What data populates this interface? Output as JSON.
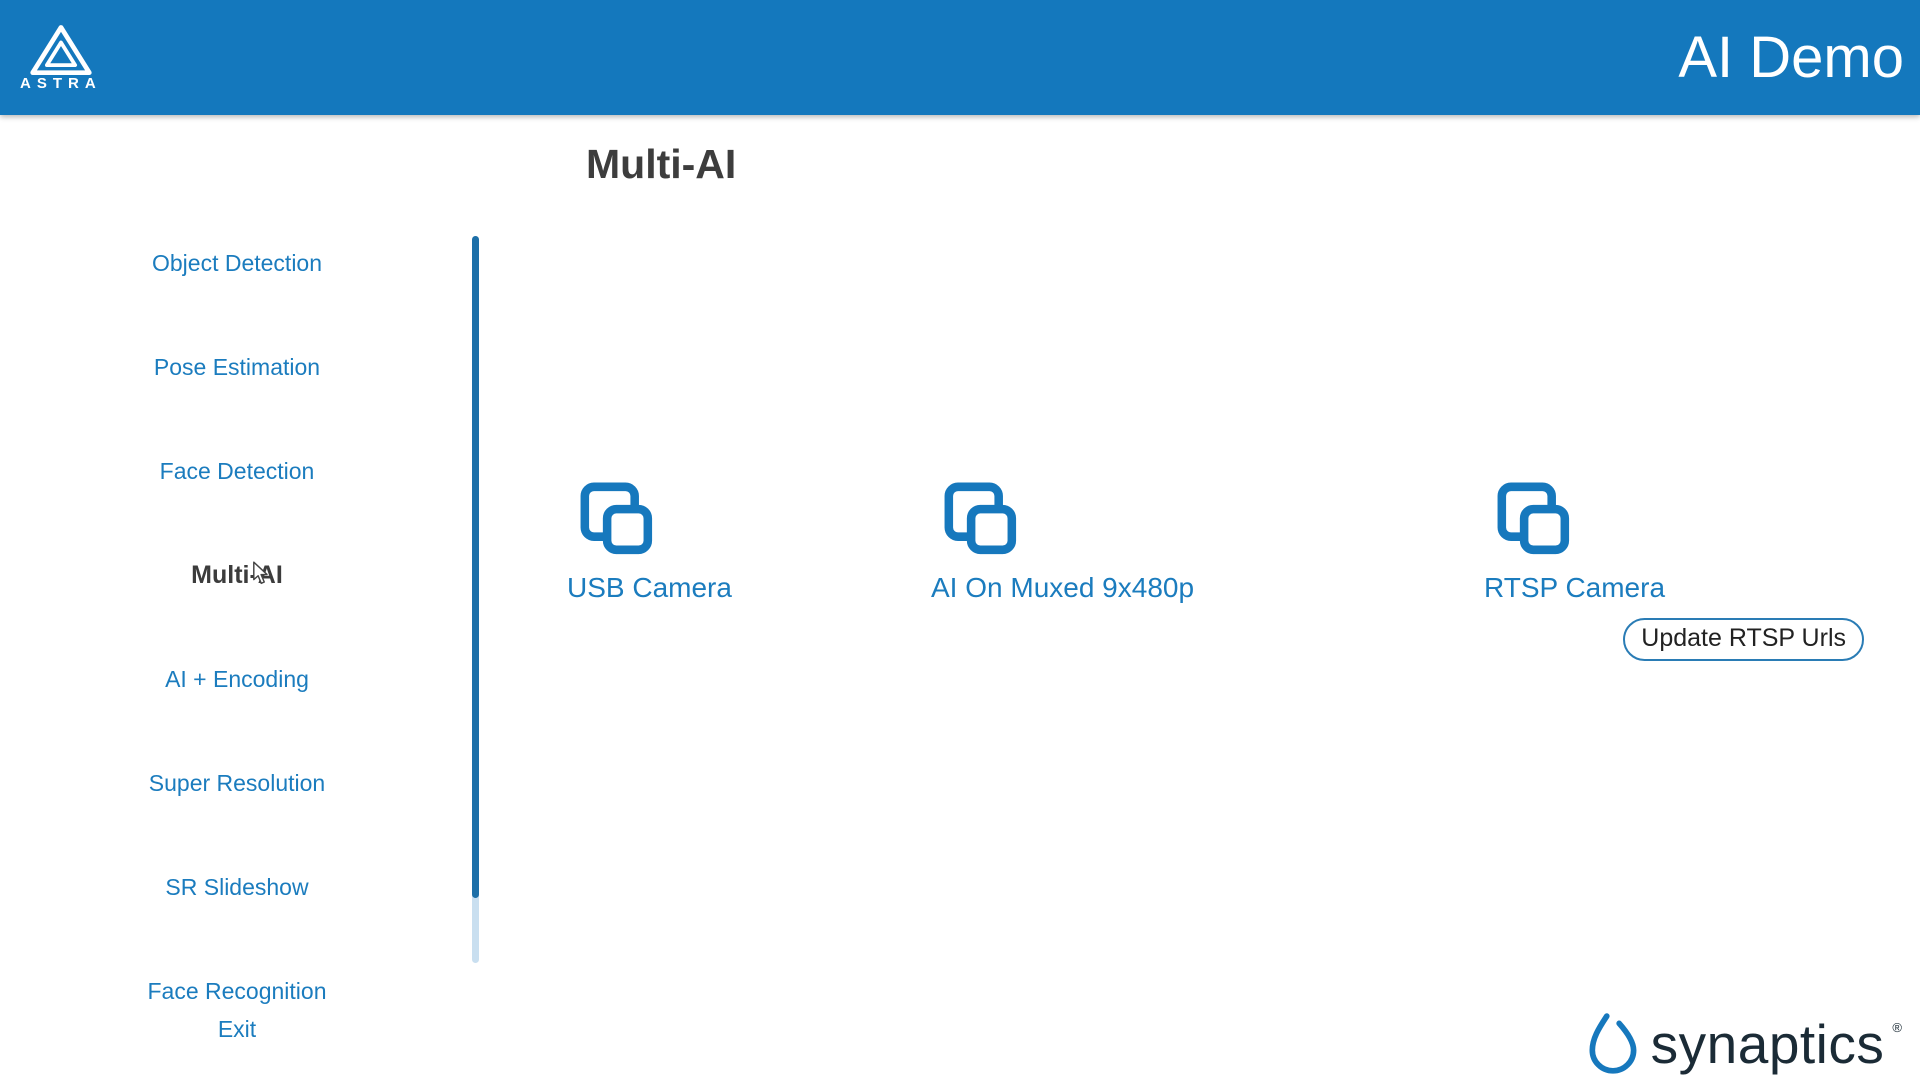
{
  "colors": {
    "header_bg": "#1478bd",
    "link": "#1b7cbe",
    "active_text": "#3c3c3c",
    "title_text": "#3d3d3d",
    "icon_stroke": "#1678bd",
    "scroll_thumb": "#1d6fa8",
    "scroll_track": "#c9dff0",
    "button_border": "#2a7cb5",
    "button_text": "#222222",
    "brand_text": "#1b2b36"
  },
  "header": {
    "app_title": "AI Demo",
    "logo_text": "ASTRA"
  },
  "page": {
    "title": "Multi-AI"
  },
  "sidebar": {
    "items": [
      {
        "label": "Object Detection",
        "active": false
      },
      {
        "label": "Pose Estimation",
        "active": false
      },
      {
        "label": "Face Detection",
        "active": false
      },
      {
        "label": "Multi-AI",
        "active": true
      },
      {
        "label": "AI + Encoding",
        "active": false
      },
      {
        "label": "Super Resolution",
        "active": false
      },
      {
        "label": "SR Slideshow",
        "active": false
      },
      {
        "label": "Face Recognition",
        "active": false
      },
      {
        "label": "Exit",
        "active": false
      }
    ]
  },
  "sources": [
    {
      "label": "USB Camera"
    },
    {
      "label": "AI On Muxed 9x480p"
    },
    {
      "label": "RTSP Camera",
      "button_label": "Update RTSP Urls"
    }
  ],
  "footer": {
    "brand": "synaptics",
    "registered_mark": "®"
  }
}
